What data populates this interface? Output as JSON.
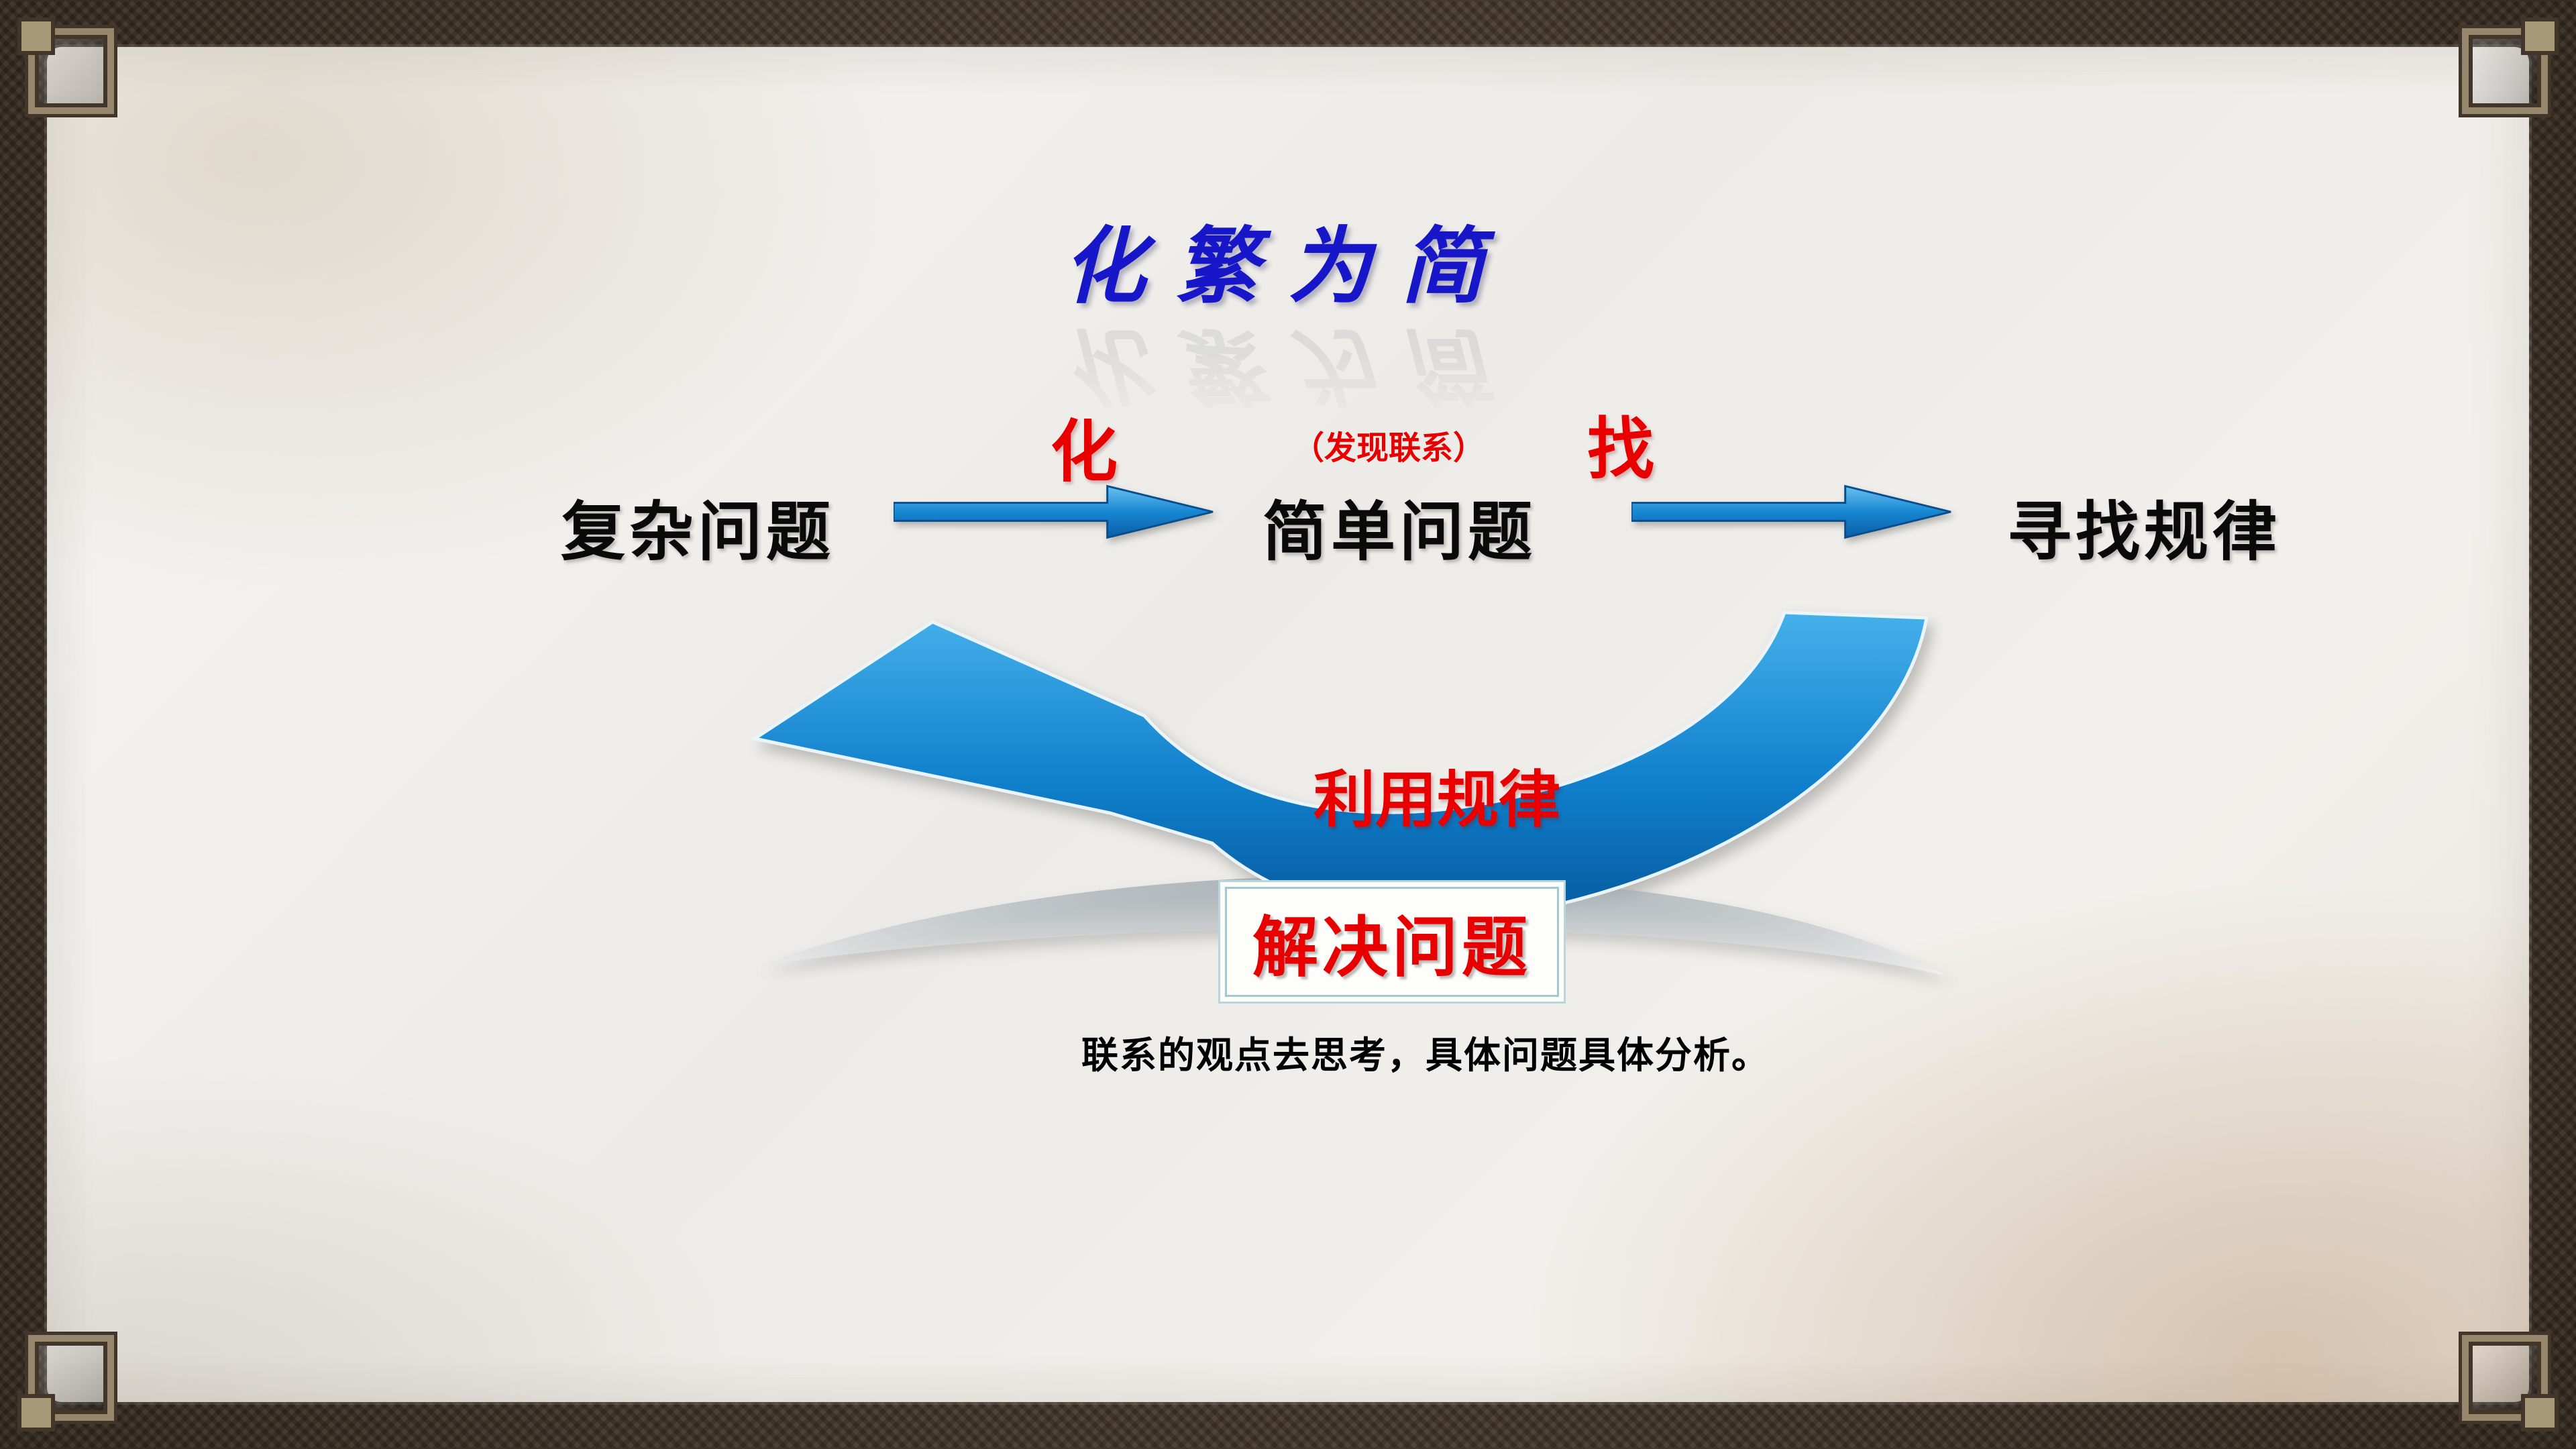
{
  "slide": {
    "title": "化繁为简",
    "flow": {
      "complex": "复杂问题",
      "transform_label": "化",
      "discover_hint": "（发现联系）",
      "simple": "简单问题",
      "find_label": "找",
      "seek_pattern": "寻找规律",
      "use_pattern": "利用规律",
      "solve": "解决问题"
    },
    "caption": "联系的观点去思考，具体问题具体分析。",
    "colors": {
      "title_blue": "#1717c9",
      "accent_red": "#e80000",
      "arrow_blue_light": "#53b1ea",
      "arrow_blue_dark": "#0a5da6",
      "frame_brown": "#483a2e"
    }
  }
}
